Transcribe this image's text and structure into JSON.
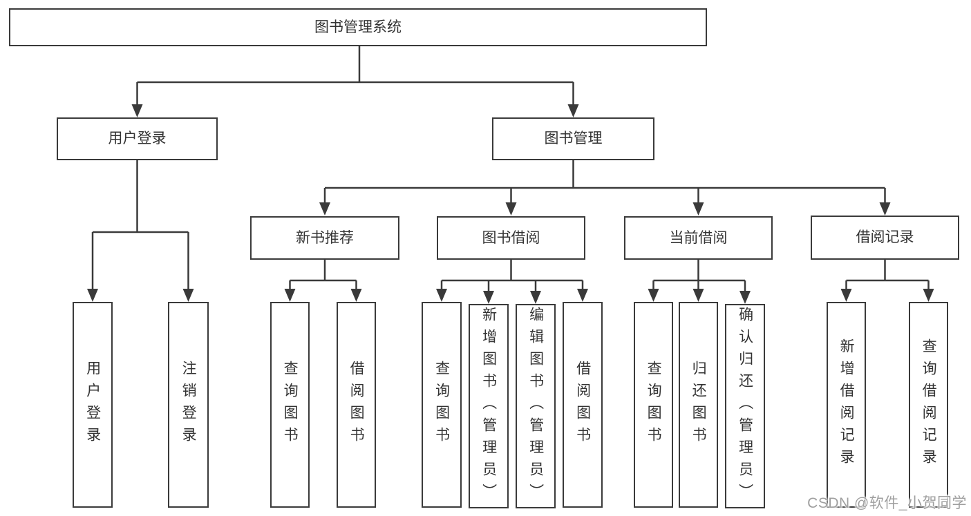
{
  "tree": {
    "label": "图书管理系统",
    "children": [
      {
        "label": "用户登录",
        "children": [
          {
            "label": "用户登录"
          },
          {
            "label": "注销登录"
          }
        ]
      },
      {
        "label": "图书管理",
        "children": [
          {
            "label": "新书推荐",
            "children": [
              {
                "label": "查询图书"
              },
              {
                "label": "借阅图书"
              }
            ]
          },
          {
            "label": "图书借阅",
            "children": [
              {
                "label": "查询图书"
              },
              {
                "label": "新增图书（管理员）"
              },
              {
                "label": "编辑图书（管理员）"
              },
              {
                "label": "借阅图书"
              }
            ]
          },
          {
            "label": "当前借阅",
            "children": [
              {
                "label": "查询图书"
              },
              {
                "label": "归还图书"
              },
              {
                "label": "确认归还（管理员）"
              }
            ]
          },
          {
            "label": "借阅记录",
            "children": [
              {
                "label": "新增借阅记录"
              },
              {
                "label": "查询借阅记录"
              }
            ]
          }
        ]
      }
    ]
  },
  "watermark": {
    "text": "CSDN @软件_小贺同学"
  },
  "colors": {
    "line": "#3a3a3a",
    "text": "#333333",
    "background": "#ffffff",
    "watermark": "#9f9f9f"
  }
}
